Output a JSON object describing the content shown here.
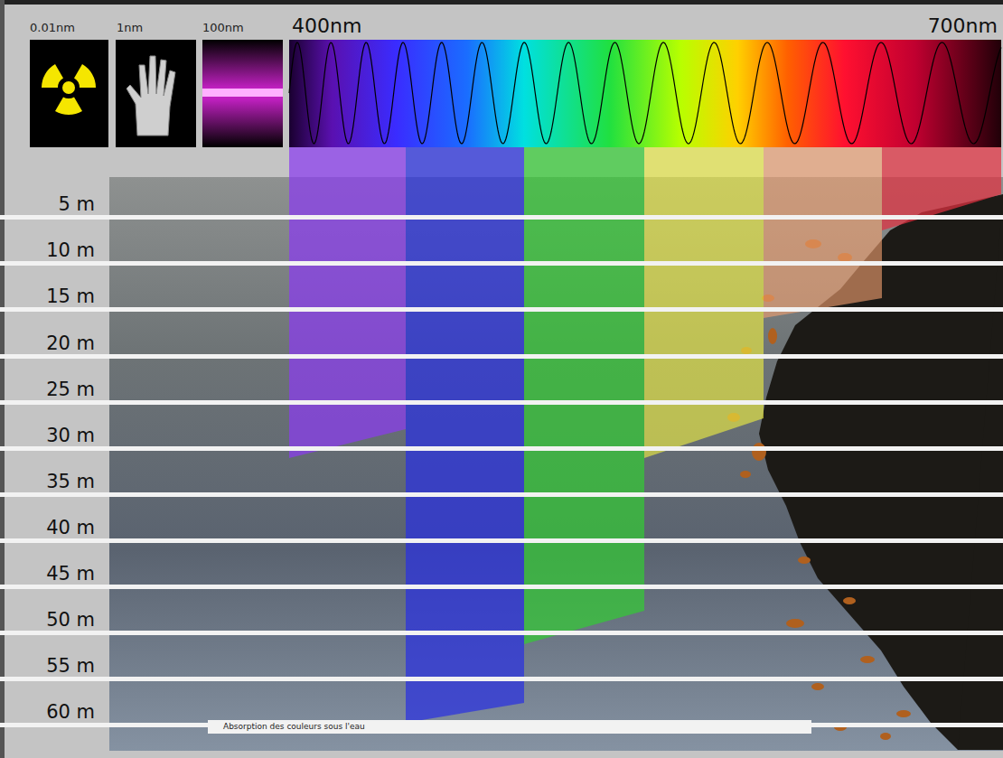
{
  "diagram": {
    "caption": "Absorption des couleurs sous l'eau",
    "labels": [
      "0.01nm",
      "1nm",
      "100nm",
      "400nm",
      "700nm",
      "5 m",
      "10 m",
      "15 m",
      "20 m",
      "25 m",
      "30 m",
      "35 m",
      "40 m",
      "45 m",
      "50 m",
      "55 m",
      "60 m"
    ]
  }
}
